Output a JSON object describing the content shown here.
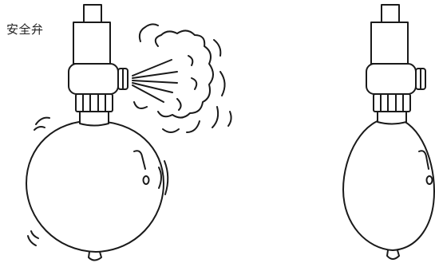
{
  "labels": {
    "safety_valve": "安全弁"
  },
  "colors": {
    "line": "#1a1a1a",
    "background": "#ffffff"
  },
  "figures": [
    {
      "name": "valve-venting-round-balloon",
      "state": "pressure released"
    },
    {
      "name": "valve-closed-oval-balloon",
      "state": "sealed"
    }
  ]
}
